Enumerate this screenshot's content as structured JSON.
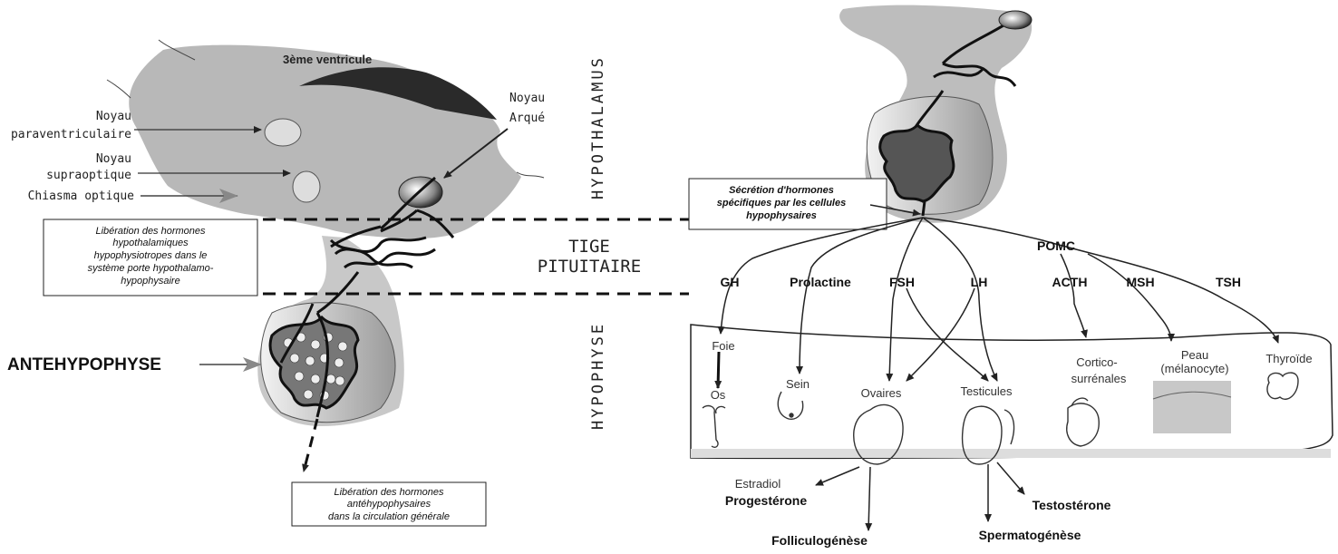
{
  "left": {
    "third_ventricle": "3ème ventricule",
    "noyau_arque": [
      "Noyau",
      "Arqué"
    ],
    "paraventriculaire": [
      "Noyau",
      "paraventriculaire"
    ],
    "supraoptique": [
      "Noyau",
      "supraoptique"
    ],
    "chiasma": "Chiasma optique",
    "liberation_hypothalamiques": [
      "Libération des hormones",
      "hypothalamiques",
      "hypophysiotropes dans le",
      "système porte hypothalamo-",
      "hypophysaire"
    ],
    "antehypophyse": "ANTEHYPOPHYSE",
    "liberation_antehypophysaires": [
      "Libération des hormones",
      "antéhypophysaires",
      "dans la circulation générale"
    ]
  },
  "regions": {
    "hypothalamus": "HYPOTHALAMUS",
    "tige": [
      "TIGE",
      "PITUITAIRE"
    ],
    "hypophyse": "HYPOPHYSE"
  },
  "right": {
    "secretion": [
      "Sécrétion d'hormones",
      "spécifiques par les cellules",
      "hypophysaires"
    ],
    "hormones": {
      "gh": "GH",
      "prolactine": "Prolactine",
      "fsh": "FSH",
      "lh": "LH",
      "pomc": "POMC",
      "acth": "ACTH",
      "msh": "MSH",
      "tsh": "TSH"
    },
    "organs": {
      "foie": "Foie",
      "os": "Os",
      "sein": "Sein",
      "ovaires": "Ovaires",
      "testicules": "Testicules",
      "corticosurrenales": [
        "Cortico-",
        "surrénales"
      ],
      "peau": [
        "Peau",
        "(mélanocyte)"
      ],
      "thyroide": "Thyroïde"
    },
    "outputs": {
      "estradiol": "Estradiol",
      "progesterone": "Progestérone",
      "folliculogenese": "Folliculogénèse",
      "testosterone": "Testostérone",
      "spermatogenese": "Spermatogénèse"
    }
  }
}
